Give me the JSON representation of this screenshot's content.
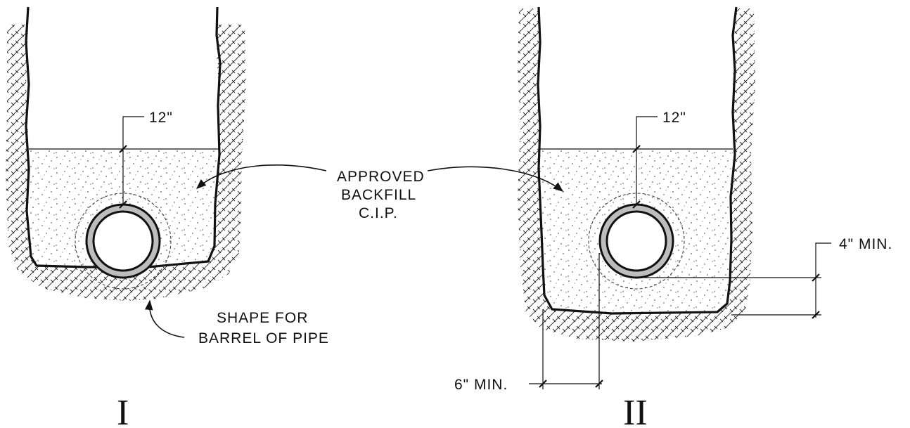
{
  "diagram": {
    "left": {
      "roman": "I",
      "dim_top": "12\""
    },
    "right": {
      "roman": "II",
      "dim_top": "12\"",
      "dim_bottom": "4\" MIN.",
      "dim_side": "6\" MIN."
    },
    "callout_backfill": {
      "line1": "APPROVED",
      "line2": "BACKFILL",
      "line3": "C.I.P."
    },
    "callout_shape": {
      "line1": "SHAPE FOR",
      "line2": "BARREL OF PIPE"
    }
  }
}
